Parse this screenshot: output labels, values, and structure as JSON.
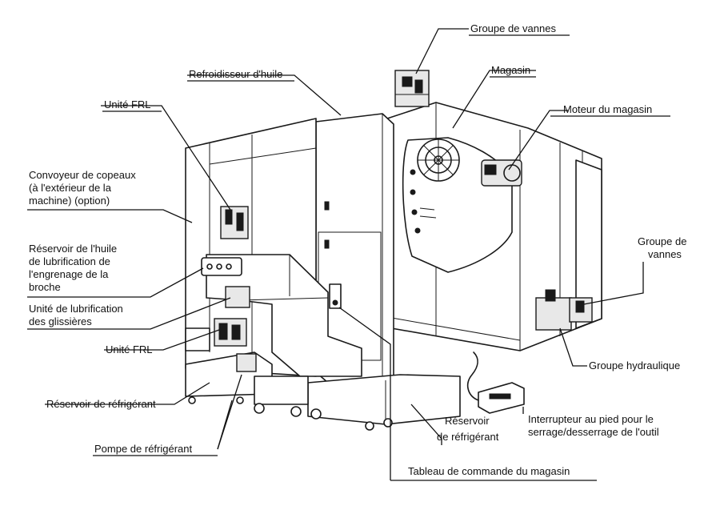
{
  "labels": {
    "groupe_vannes_top": "Groupe de vannes",
    "magasin": "Magasin",
    "refroidisseur": "Refroidisseur d'huile",
    "moteur_magasin": "Moteur du magasin",
    "unite_frl_top": "Unité FRL",
    "convoyeur": [
      "Convoyeur de copeaux",
      "(à l'extérieur de la",
      "machine) (option)"
    ],
    "groupe_vannes_right": [
      "Groupe de",
      "vannes"
    ],
    "reservoir_huile": [
      "Réservoir de l'huile",
      "de lubrification de",
      "l'engrenage de la",
      "broche"
    ],
    "unite_lubrification": [
      "Unité de lubrification",
      "des glissières"
    ],
    "unite_frl_bottom": "Unité FRL",
    "groupe_hydraulique": "Groupe hydraulique",
    "reservoir_refrigerant_left": "Réservoir de réfrigérant",
    "reservoir_refrigerant_right": [
      "Réservoir",
      "de réfrigérant"
    ],
    "interrupteur": [
      "Interrupteur au pied pour le",
      "serrage/desserrage de l'outil"
    ],
    "pompe": "Pompe de réfrigérant",
    "tableau": "Tableau de commande du magasin"
  }
}
